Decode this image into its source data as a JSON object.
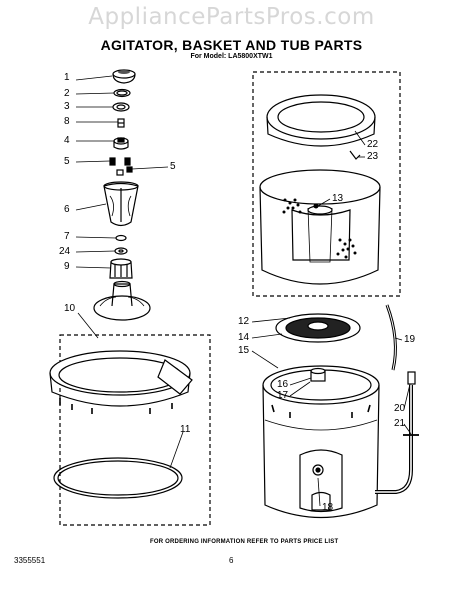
{
  "watermark": "AppliancePartsPros.com",
  "title": "AGITATOR, BASKET AND TUB PARTS",
  "model": "For Model: LA5800XTW1",
  "callouts": [
    "1",
    "2",
    "3",
    "8",
    "4",
    "5",
    "5",
    "6",
    "7",
    "24",
    "9",
    "10",
    "11",
    "22",
    "23",
    "13",
    "12",
    "14",
    "15",
    "16",
    "17",
    "19",
    "20",
    "21",
    "18"
  ],
  "footer": {
    "ordering_note": "FOR ORDERING INFORMATION REFER TO PARTS PRICE LIST",
    "part_number": "3355551",
    "page": "6"
  }
}
